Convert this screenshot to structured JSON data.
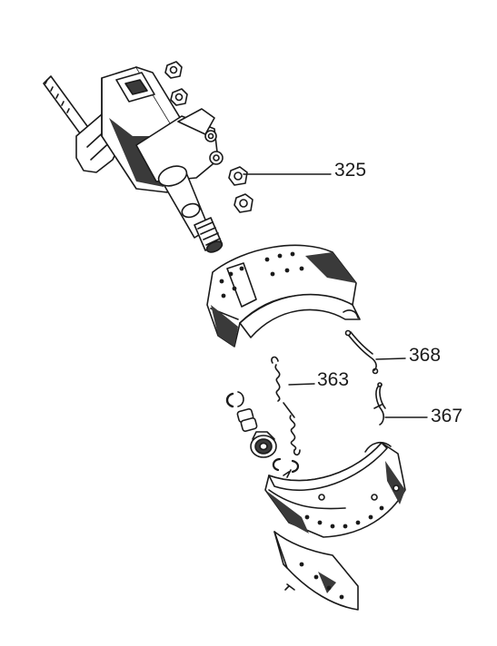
{
  "callouts": [
    {
      "id": "325",
      "label": "325"
    },
    {
      "id": "368",
      "label": "368"
    },
    {
      "id": "363",
      "label": "363"
    },
    {
      "id": "367",
      "label": "367"
    }
  ],
  "colors": {
    "ink": "#1a1a1a",
    "paper": "#ffffff",
    "shade": "#3a3a3a"
  }
}
